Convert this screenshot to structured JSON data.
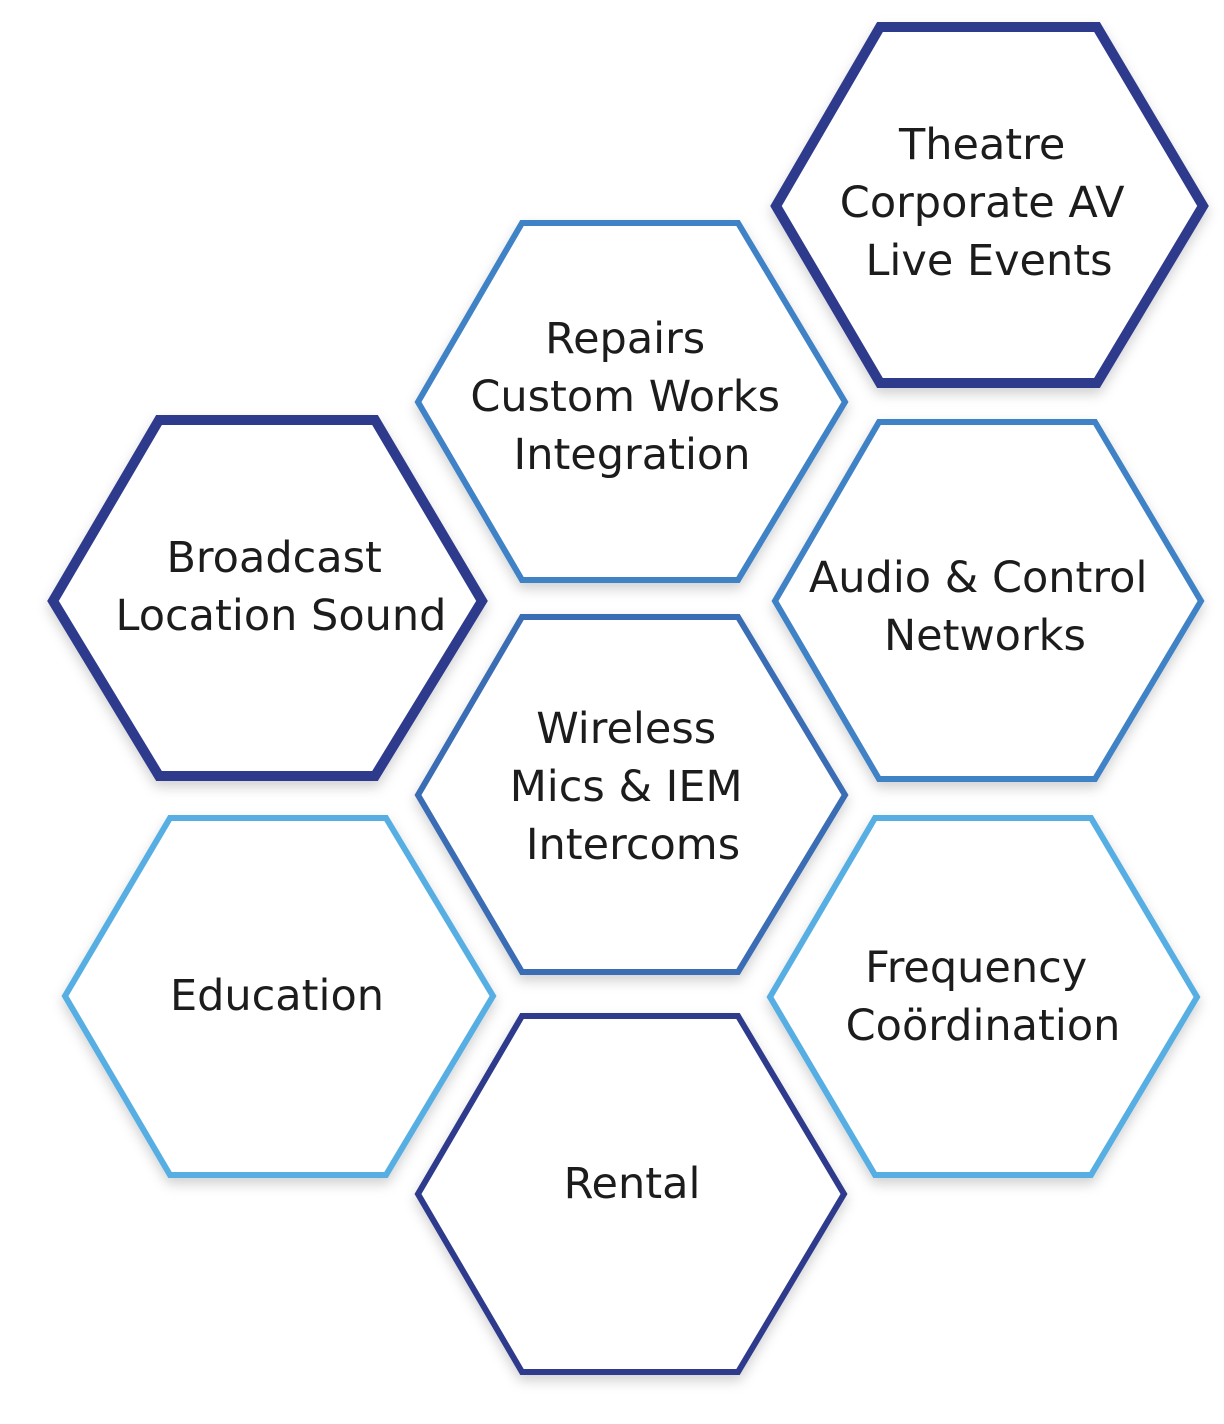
{
  "diagram": {
    "hexagons": [
      {
        "id": "theatre",
        "lines": [
          "Theatre",
          "Corporate AV",
          "Live Events"
        ],
        "color": "#2e3a8c",
        "stroke": "thick"
      },
      {
        "id": "repairs",
        "lines": [
          "Repairs",
          "Custom Works",
          "Integration"
        ],
        "color": "#3f82c6",
        "stroke": "medium"
      },
      {
        "id": "broadcast",
        "lines": [
          "Broadcast",
          "Location Sound"
        ],
        "color": "#2e3a8c",
        "stroke": "thick"
      },
      {
        "id": "audio-control",
        "lines": [
          "Audio & Control",
          "Networks"
        ],
        "color": "#3f82c6",
        "stroke": "medium"
      },
      {
        "id": "wireless",
        "lines": [
          "Wireless",
          "Mics & IEM",
          "Intercoms"
        ],
        "color": "#3a6db5",
        "stroke": "medium"
      },
      {
        "id": "education",
        "lines": [
          "Education"
        ],
        "color": "#56aee3",
        "stroke": "medium"
      },
      {
        "id": "frequency",
        "lines": [
          "Frequency",
          "Coördination"
        ],
        "color": "#56aee3",
        "stroke": "medium"
      },
      {
        "id": "rental",
        "lines": [
          "Rental"
        ],
        "color": "#2e3a8c",
        "stroke": "medium"
      }
    ]
  }
}
